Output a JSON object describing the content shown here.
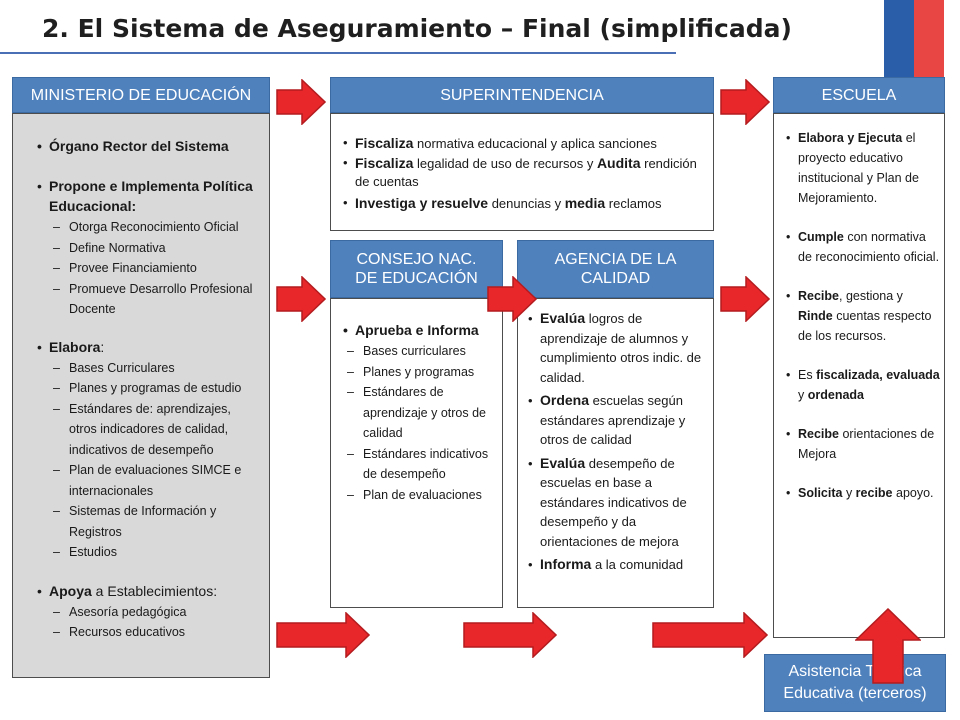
{
  "title": "2. El Sistema de Aseguramiento – Final (simplificada)",
  "colors": {
    "header_blue": "#4f81bd",
    "arrow_red": "#e8272b",
    "flag_blue": "#2b5ea8",
    "flag_red": "#e84545",
    "grey_panel": "#d9d9d9"
  },
  "ministerio": {
    "header": "MINISTERIO DE EDUCACIÓN",
    "item1": "Órgano Rector del Sistema",
    "item2": "Propone e Implementa Política Educacional:",
    "item2_sub": [
      "Otorga Reconocimiento Oficial",
      "Define Normativa",
      "Provee Financiamiento",
      "Promueve Desarrollo Profesional Docente"
    ],
    "item3_bold": "Elabora",
    "item3_rest": ":",
    "item3_sub": [
      "Bases Curriculares",
      "Planes y programas de estudio",
      "Estándares de: aprendizajes, otros indicadores de calidad, indicativos de desempeño",
      "Plan de evaluaciones SIMCE e internacionales",
      "Sistemas de Información y Registros",
      "Estudios"
    ],
    "item4_bold": "Apoya",
    "item4_rest": " a Establecimientos:",
    "item4_sub": [
      "Asesoría pedagógica",
      "Recursos educativos"
    ]
  },
  "superintendencia": {
    "header": "SUPERINTENDENCIA",
    "l1_b": "Fiscaliza",
    "l1_r": " normativa educacional y aplica sanciones",
    "l2_b": "Fiscaliza",
    "l2_r": " legalidad de uso de recursos y ",
    "l2_b2": "Audita",
    "l2_r2": " rendición de cuentas",
    "l3_b": "Investiga y resuelve",
    "l3_r": " denuncias y ",
    "l3_b2": "media",
    "l3_r2": " reclamos"
  },
  "consejo": {
    "header_l1": "CONSEJO NAC.",
    "header_l2": "DE EDUCACIÓN",
    "item1": "Aprueba e Informa",
    "sub": [
      "Bases curriculares",
      "Planes y programas",
      "Estándares de aprendizaje y otros de calidad",
      "Estándares indicativos de desempeño",
      "Plan de evaluaciones"
    ]
  },
  "agencia": {
    "header_l1": "AGENCIA DE LA",
    "header_l2": "CALIDAD",
    "i1_b": "Evalúa",
    "i1_r": " logros de aprendizaje de alumnos y cumplimiento otros indic. de calidad.",
    "i2_b": "Ordena",
    "i2_r": " escuelas según estándares aprendizaje y otros de calidad",
    "i3_b": "Evalúa",
    "i3_r": " desempeño de escuelas en base a estándares indicativos de desempeño y da orientaciones de mejora",
    "i4_b": "Informa",
    "i4_r": " a la comunidad"
  },
  "escuela": {
    "header": "ESCUELA",
    "i1_b": "Elabora y Ejecuta",
    "i1_r": " el proyecto educativo institucional y Plan de Mejoramiento.",
    "i2_b": "Cumple",
    "i2_r": " con normativa de reconocimiento oficial.",
    "i3_b": "Recibe",
    "i3_r": ", gestiona y ",
    "i3_b2": "Rinde",
    "i3_r2": " cuentas respecto de  los recursos.",
    "i4_r": "Es ",
    "i4_b": "fiscalizada, evaluada",
    "i4_r2": " y ",
    "i4_b2": "ordenada",
    "i5_b": "Recibe",
    "i5_r": " orientaciones de Mejora",
    "i6_b": "Solicita",
    "i6_r": " y ",
    "i6_b2": "recibe",
    "i6_r2": " apoyo."
  },
  "asistencia": {
    "l1": "Asistencia Técnica",
    "l2": "Educativa (terceros)"
  }
}
